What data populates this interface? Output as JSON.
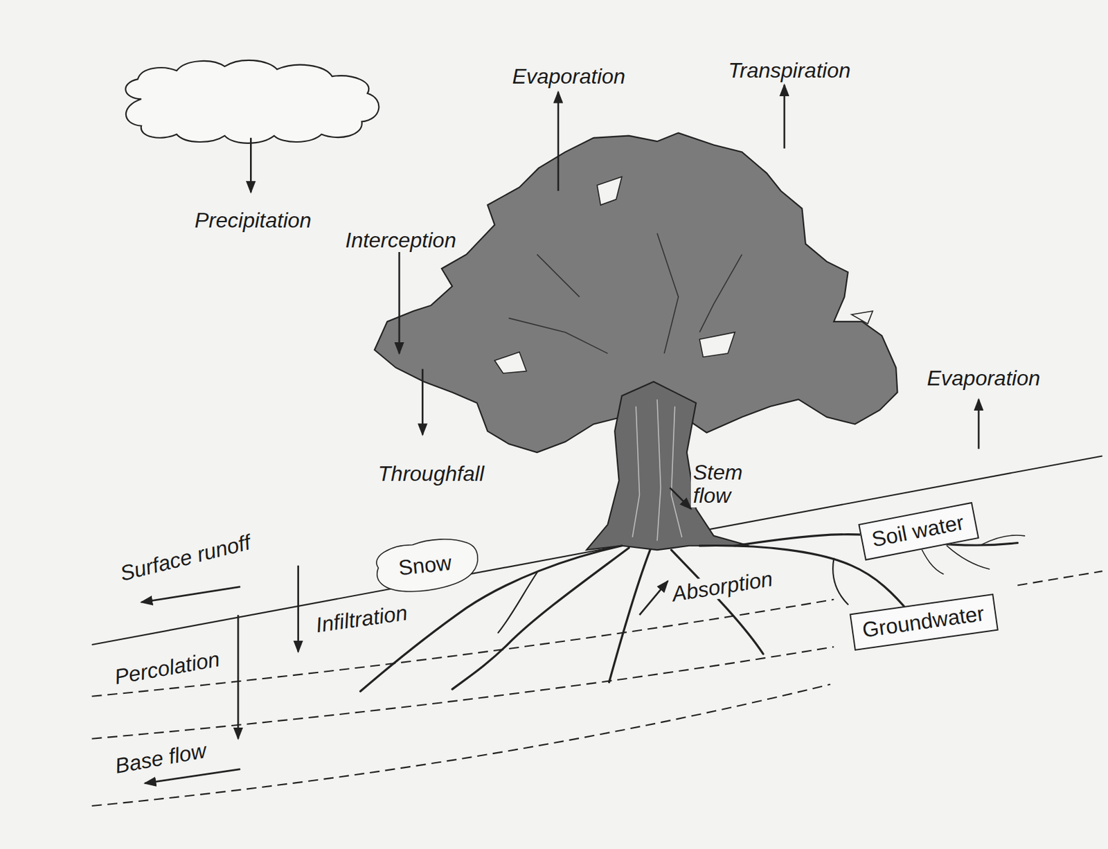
{
  "diagram": {
    "nodes": [
      {
        "text": [
          "Soil water"
        ]
      },
      {
        "text": [
          "Snow"
        ]
      },
      {
        "text": [
          "Groundwater"
        ]
      }
    ],
    "labels": [
      "Evaporation",
      "Transpiration",
      "Precipitation",
      "Interception",
      "Throughfall",
      "Stem flow",
      "Evaporation",
      "Surface runoff",
      "Infiltration",
      "Absorption",
      "Percolation",
      "Base flow"
    ]
  }
}
